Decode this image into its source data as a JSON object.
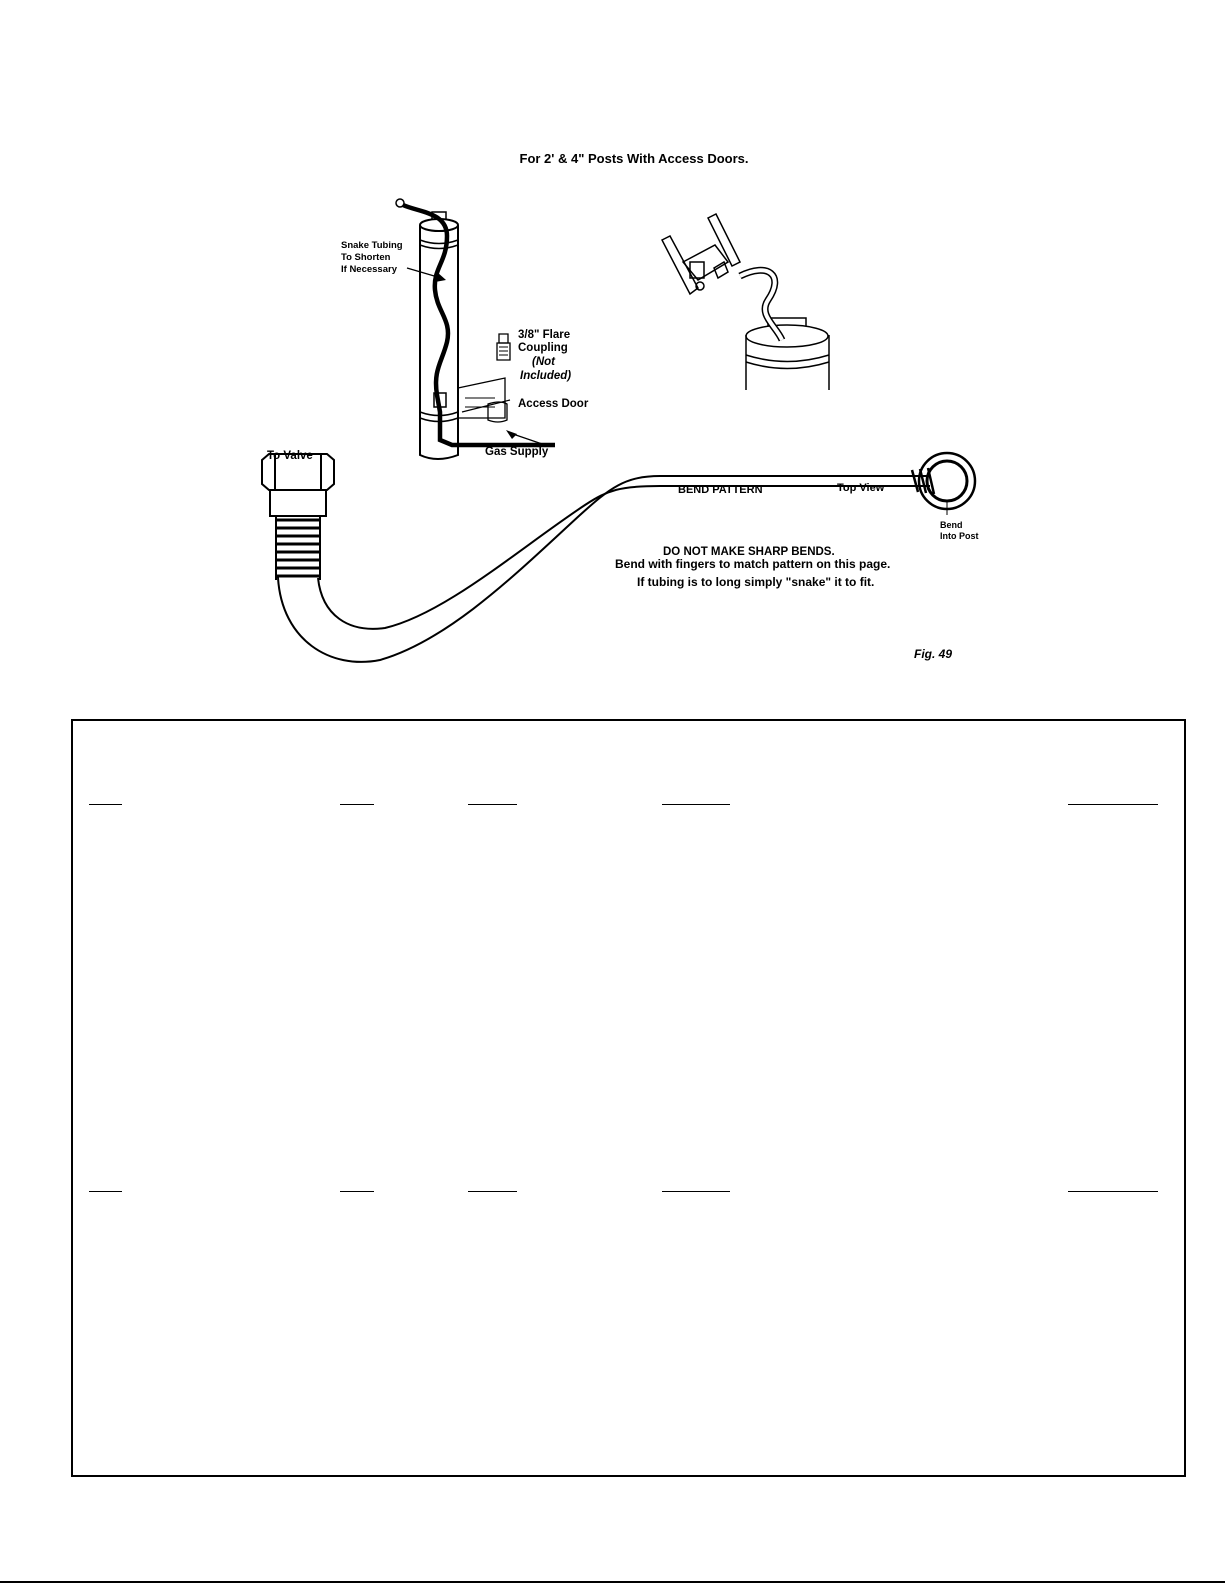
{
  "heading": "For 2' & 4\" Posts With Access Doors.",
  "labels": {
    "snake_tubing": [
      "Snake Tubing",
      "To Shorten",
      "If Necessary"
    ],
    "flare_coupling": [
      "3/8\" Flare",
      "Coupling"
    ],
    "not_included": [
      "(Not",
      "Included)"
    ],
    "access_door": "Access Door",
    "gas_supply": "Gas Supply",
    "to_valve": "To Valve",
    "bend_pattern": "BEND PATTERN",
    "top_view": "Top View",
    "bend_into_post": [
      "Bend",
      "Into Post"
    ],
    "warning": "DO NOT MAKE SHARP BENDS.",
    "instruction_1": "Bend with fingers to match pattern on this page.",
    "instruction_2": "If tubing is to long simply \"snake\" it to fit.",
    "figure": "Fig. 49"
  }
}
